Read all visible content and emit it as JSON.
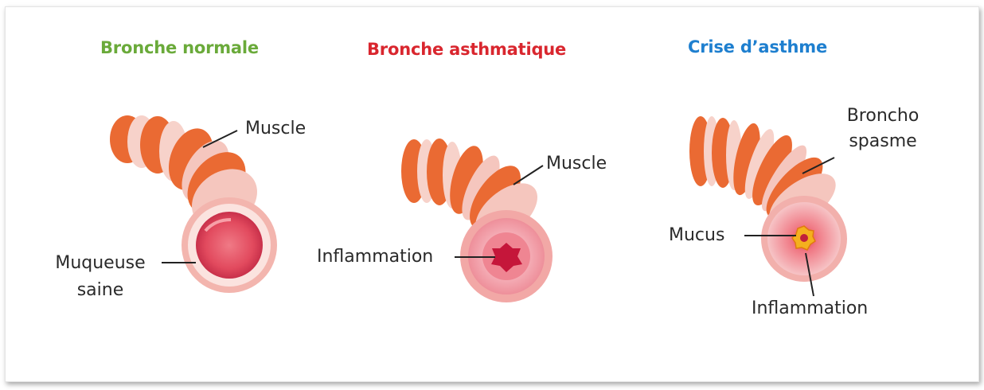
{
  "panels": [
    {
      "title": "Bronche normale",
      "title_color": "#6aaa3a",
      "labels": {
        "muscle": "Muscle",
        "mucosa_line1": "Muqueuse",
        "mucosa_line2": "saine"
      }
    },
    {
      "title": "Bronche asthmatique",
      "title_color": "#d9262e",
      "labels": {
        "muscle": "Muscle",
        "inflammation": "Inflammation"
      }
    },
    {
      "title": "Crise d’asthme",
      "title_color": "#1e7fcf",
      "labels": {
        "spasm_line1": "Broncho",
        "spasm_line2": "spasme",
        "mucus": "Mucus",
        "inflammation": "Inflammation"
      }
    }
  ],
  "colors": {
    "muscle_band": "#ea6a33",
    "ring_light": "#f6c9c2",
    "mucosa": "#e4495c",
    "mucus": "#f4b01e"
  }
}
